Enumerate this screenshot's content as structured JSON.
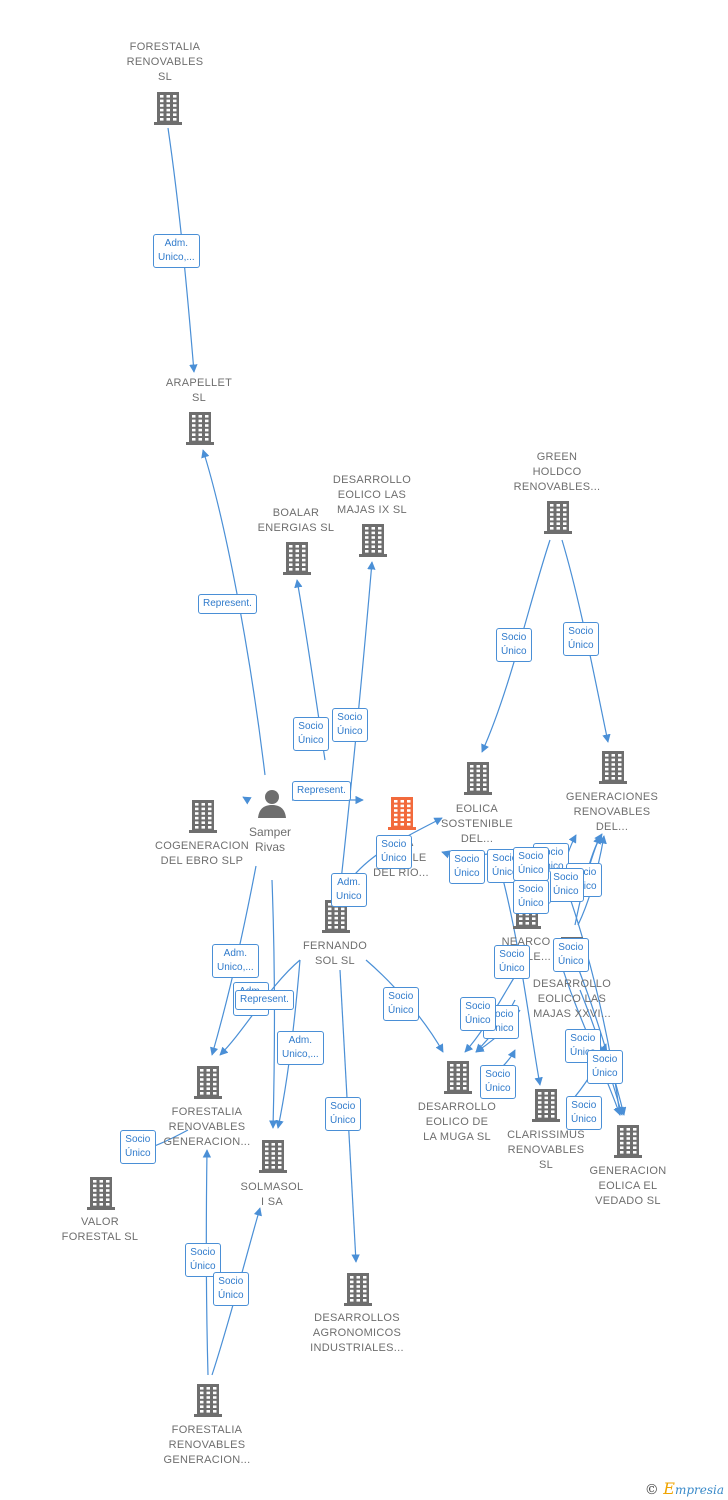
{
  "colors": {
    "edge": "#4a8fd6",
    "node": "#6e6e6e",
    "focus": "#f26a3c",
    "label_text": "#2f7acb"
  },
  "nodes": [
    {
      "id": "forestalia_sl",
      "label": "FORESTALIA\nRENOVABLES\nSL",
      "icon": "building-icon"
    },
    {
      "id": "arapellet",
      "label": "ARAPELLET\nSL",
      "icon": "building-icon"
    },
    {
      "id": "boalar",
      "label": "BOALAR\nENERGIAS  SL",
      "icon": "building-icon"
    },
    {
      "id": "majas_ix",
      "label": "DESARROLLO\nEOLICO LAS\nMAJAS IX  SL",
      "icon": "building-icon"
    },
    {
      "id": "green_holdco",
      "label": "GREEN\nHOLDCO\nRENOVABLES...",
      "icon": "building-icon"
    },
    {
      "id": "eolica_sostenible",
      "label": "EOLICA\nSOSTENIBLE\nDEL...",
      "icon": "building-icon"
    },
    {
      "id": "generaciones",
      "label": "GENERACIONES\nRENOVABLES\nDEL...",
      "icon": "building-icon"
    },
    {
      "id": "cogeneracion",
      "label": "COGENERACION\nDEL EBRO  SLP",
      "icon": "building-icon"
    },
    {
      "id": "focus",
      "label": "E...A\nINA...BLE\nDEL RIO...",
      "icon": "building-icon"
    },
    {
      "id": "fernando_sol",
      "label": "FERNANDO\nSOL SL",
      "icon": "building-icon"
    },
    {
      "id": "nearco",
      "label": "NEARCO\nR...BLE...",
      "icon": "building-icon"
    },
    {
      "id": "majas_xxvi",
      "label": "DESARROLLO\nEOLICO LAS\nMAJAS XXVI...",
      "icon": "building-icon"
    },
    {
      "id": "forestalia_gen1",
      "label": "FORESTALIA\nRENOVABLES\nGENERACION...",
      "icon": "building-icon"
    },
    {
      "id": "muga",
      "label": "DESARROLLO\nEOLICO DE\nLA MUGA SL",
      "icon": "building-icon"
    },
    {
      "id": "clarissimus",
      "label": "CLARISSIMUS\nRENOVABLES\nSL",
      "icon": "building-icon"
    },
    {
      "id": "vedado",
      "label": "GENERACION\nEOLICA EL\nVEDADO SL",
      "icon": "building-icon"
    },
    {
      "id": "valor",
      "label": "VALOR\nFORESTAL SL",
      "icon": "building-icon"
    },
    {
      "id": "solmasol",
      "label": "SOLMASOL\nI SA",
      "icon": "building-icon"
    },
    {
      "id": "agronomicos",
      "label": "DESARROLLOS\nAGRONOMICOS\nINDUSTRIALES...",
      "icon": "building-icon"
    },
    {
      "id": "forestalia_gen2",
      "label": "FORESTALIA\nRENOVABLES\nGENERACION...",
      "icon": "building-icon"
    }
  ],
  "person": {
    "id": "samper",
    "label": "Samper\nRivas",
    "icon": "person-icon"
  },
  "edge_labels": [
    "Adm.\nUnico,...",
    "Represent.",
    "Socio\nÚnico",
    "Socio\nÚnico",
    "Socio\nÚnico",
    "Socio\nÚnico",
    "Represent.",
    "Socio\nÚnico",
    "Adm.\nUnico",
    "Socio\nÚnico",
    "Socio\nÚnico",
    "Socio\nÚnico",
    "Socio\nÚnico",
    "Adm.\nUnico,...",
    "Socio\nÚnico",
    "Socio\nÚnico",
    "Adm.\nUnico",
    "Represent.",
    "Adm.\nUnico,...",
    "Socio\nÚnico",
    "Socio\nÚnico",
    "Socio\nÚnico",
    "Socio\nÚnico",
    "Socio\nÚnico",
    "Socio\nÚnico",
    "Adm.\nUnico",
    "Socio\nÚnico",
    "Socio\nÚnico",
    "Socio\nÚnico",
    "Socio\nÚnico",
    "Socio\nÚnico",
    "Socio\nÚnico",
    "Socio\nÚnico",
    "Socio\nÚnico"
  ],
  "footer": {
    "copyright": "©",
    "brand_initial": "E",
    "brand_rest": "mpresia"
  }
}
